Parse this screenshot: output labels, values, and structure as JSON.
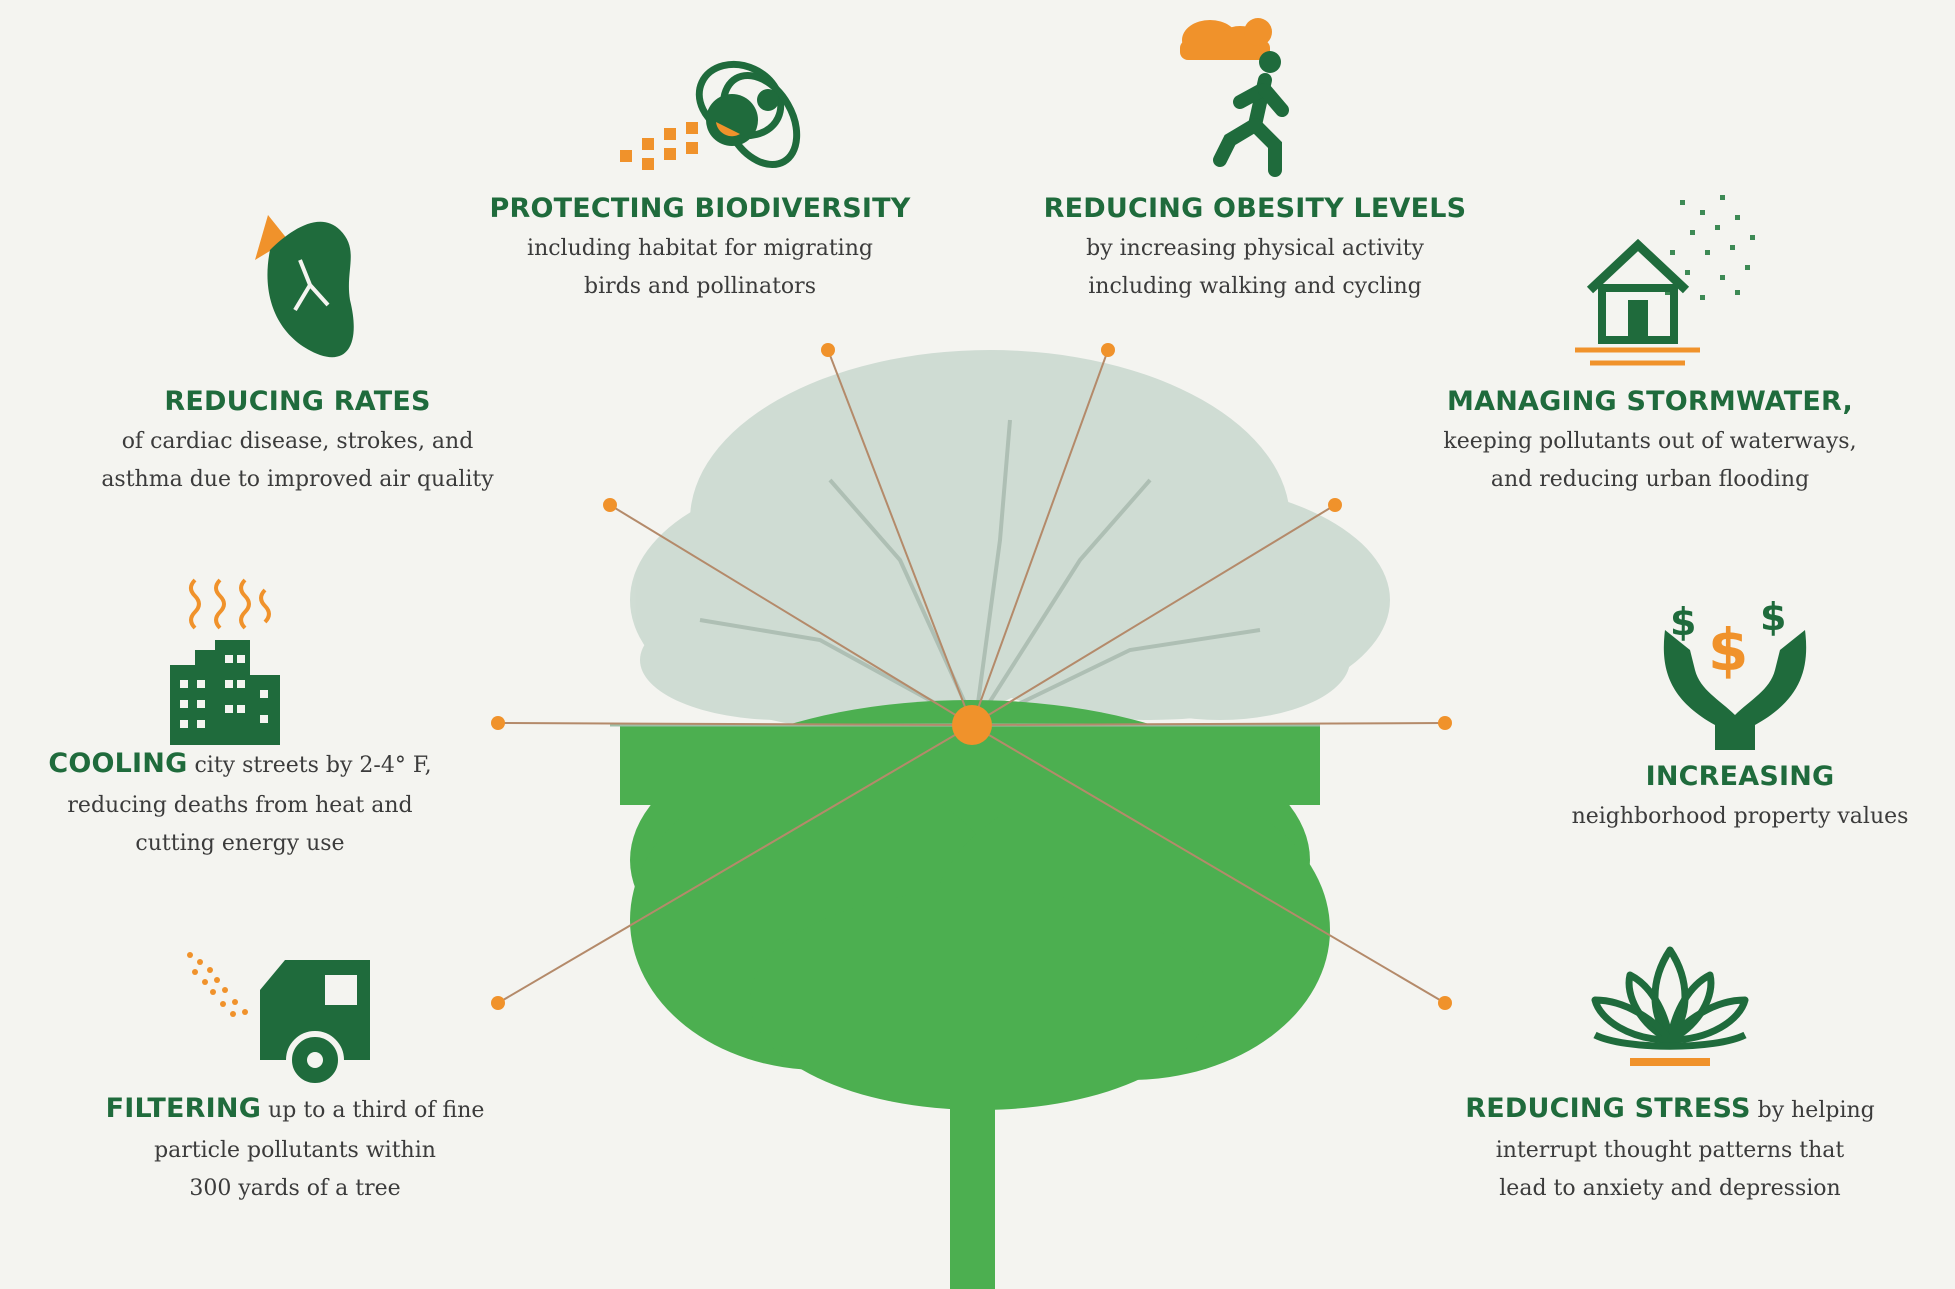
{
  "colors": {
    "background": "#f4f4f0",
    "dark_green": "#1f6b3c",
    "light_green": "#4caf50",
    "pale_tree": "#c9d8cf",
    "orange": "#f0922b",
    "text": "#3b3b3b"
  },
  "benefits": [
    {
      "id": "biodiversity",
      "icon": "bee-icon",
      "heading": "PROTECTING BIODIVERSITY",
      "lines": [
        "including habitat for migrating",
        "birds and pollinators"
      ]
    },
    {
      "id": "obesity",
      "icon": "runner-icon",
      "heading": "REDUCING OBESITY LEVELS",
      "lines": [
        "by increasing physical activity",
        "including walking and cycling"
      ]
    },
    {
      "id": "cardiac",
      "icon": "heart-icon",
      "heading": "REDUCING RATES",
      "lines": [
        "of cardiac disease, strokes, and",
        "asthma due to improved air quality"
      ]
    },
    {
      "id": "stormwater",
      "icon": "house-rain-icon",
      "heading": "MANAGING STORMWATER,",
      "lines": [
        "keeping pollutants out of waterways,",
        "and reducing urban flooding"
      ]
    },
    {
      "id": "cooling",
      "icon": "city-heat-icon",
      "heading": "COOLING",
      "inline": "city streets by 2-4° F,",
      "lines": [
        "reducing deaths from heat and",
        "cutting energy use"
      ]
    },
    {
      "id": "property",
      "icon": "hands-money-icon",
      "heading": "INCREASING",
      "lines": [
        "neighborhood property values"
      ]
    },
    {
      "id": "filtering",
      "icon": "truck-exhaust-icon",
      "heading": "FILTERING",
      "inline": "up to a third of fine",
      "lines": [
        "particle pollutants within",
        "300 yards of a tree"
      ]
    },
    {
      "id": "stress",
      "icon": "lotus-icon",
      "heading": "REDUCING STRESS",
      "inline": "by helping",
      "lines": [
        "interrupt thought patterns that",
        "lead to anxiety and depression"
      ]
    }
  ]
}
